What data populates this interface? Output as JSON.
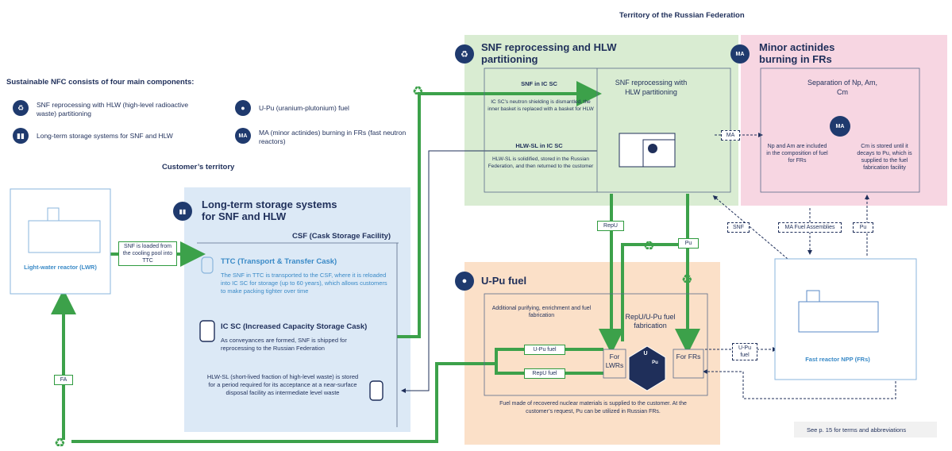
{
  "header": {
    "territory_rf": "Territory of the Russian Federation",
    "customer_territory": "Customer’s territory",
    "footnote": "See p. 15 for terms and abbreviations"
  },
  "legend": {
    "title": "Sustainable NFC consists of four main components:",
    "items": [
      {
        "icon": "recycle-icon",
        "text": "SNF reprocessing with HLW (high-level radioactive waste) partitioning"
      },
      {
        "icon": "fuel-drop-icon",
        "text": "U-Pu (uranium-plutonium) fuel"
      },
      {
        "icon": "cask-icon",
        "text": "Long-term storage systems for SNF and HLW"
      },
      {
        "icon": "ma-icon",
        "text": "MA (minor actinides) burning in FRs (fast neutron reactors)"
      }
    ]
  },
  "lwr": {
    "title": "Light-water reactor (LWR)",
    "load_label": "SNF is loaded from the cooling pool into TTC",
    "fa_label": "FA"
  },
  "storage": {
    "title": "Long-term storage systems for SNF and HLW",
    "csf": "CSF (Cask Storage Facility)",
    "ttc_title": "TTC (Transport & Transfer Cask)",
    "ttc_text": "The SNF in TTC is transported to the CSF, where it is reloaded into IC SC for storage (up to 60 years), which allows customers to make packing tighter over time",
    "icsc_title": "IC SC (Increased Capacity Storage Cask)",
    "icsc_text": "As conveyances are formed, SNF is shipped for reprocessing to the Russian Federation",
    "hlw_text": "HLW-SL (short-lived fraction of high-level waste) is stored for a period required for its acceptance at a near-surface disposal facility as intermediate level waste"
  },
  "reprocessing": {
    "title": "SNF reprocessing and HLW partitioning",
    "snf_ic_sc_title": "SNF in IC SC",
    "snf_ic_sc_text": "IC SC’s neutron shielding is dismantled, the inner basket is replaced with a basket for HLW",
    "hlw_sl_title": "HLW-SL in IC SC",
    "hlw_sl_text": "HLW-SL is solidified, stored in the Russian Federation, and then returned to the customer",
    "center_text": "SNF reprocessing with HLW partitioning",
    "repu_label": "RepU",
    "pu_label": "Pu"
  },
  "minor_actinides": {
    "title": "Minor actinides burning in FRs",
    "separation": "Separation of Np, Am, Cm",
    "np_am_text": "Np and Am are included in the composition of fuel for FRs",
    "cm_text": "Cm is stored until it decays to Pu, which is supplied to the fuel fabrication facility",
    "ma_flow": "MA",
    "ma_badge": "MA"
  },
  "upu": {
    "title": "U-Pu fuel",
    "purifying": "Additional purifying, enrichment and fuel fabrication",
    "fabrication": "RepU/U-Pu fuel fabrication",
    "for_lwrs": "For LWRs",
    "for_frs": "For FRs",
    "upu_fuel": "U-Pu fuel",
    "repu_fuel": "RepU fuel",
    "recovered_text": "Fuel made of recovered nuclear materials is supplied to the customer. At the customer’s request, Pu can be utilized in Russian FRs.",
    "hex_u": "U",
    "hex_pu": "Pu"
  },
  "fast_reactor": {
    "title": "Fast reactor NPP (FRs)",
    "snf_label": "SNF",
    "ma_fa_label": "MA Fuel Assemblies",
    "pu_label": "Pu",
    "upu_fuel_label": "U-Pu fuel"
  },
  "colors": {
    "green_panel": "#d9ecd2",
    "blue_panel": "#dce9f6",
    "pink_panel": "#f7d6e2",
    "orange_panel": "#fbe0c8",
    "flow_green": "#3ca14a",
    "navy": "#1f2f5a"
  }
}
